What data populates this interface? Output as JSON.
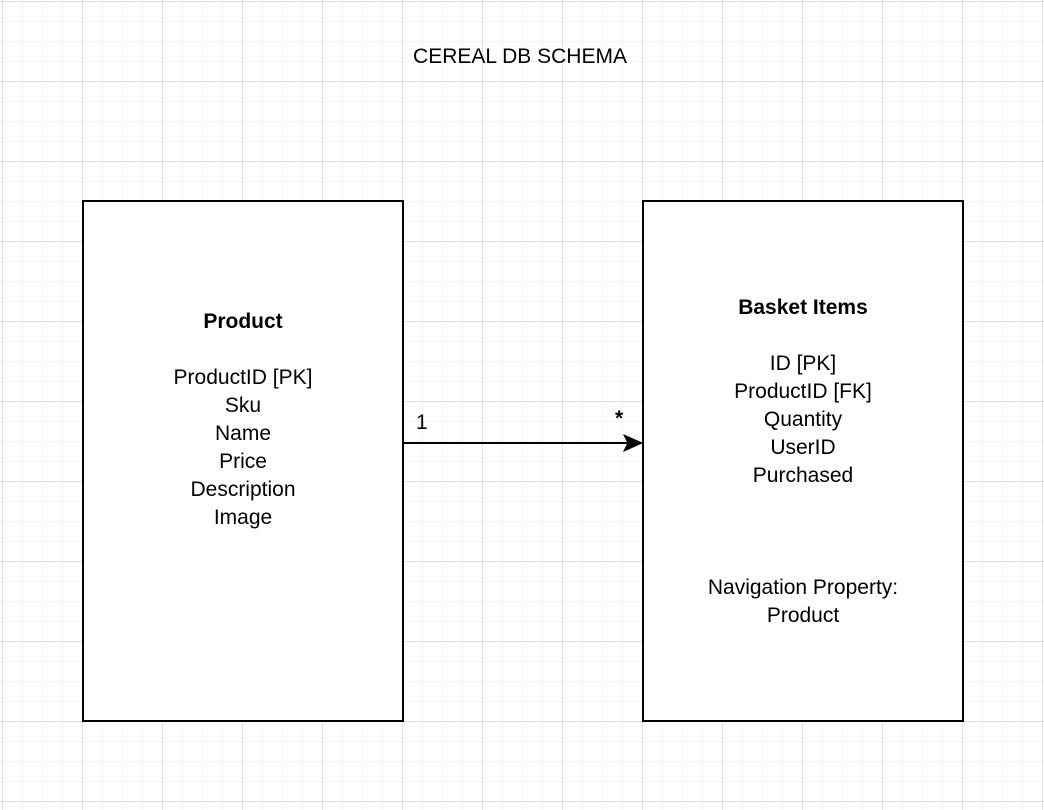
{
  "diagram": {
    "title": "CEREAL DB SCHEMA",
    "entities": [
      {
        "name": "Product",
        "attributes": [
          "ProductID [PK]",
          "Sku",
          "Name",
          "Price",
          "Description",
          "Image"
        ]
      },
      {
        "name": "Basket Items",
        "attributes": [
          "ID [PK]",
          "ProductID [FK]",
          "Quantity",
          "UserID",
          "Purchased"
        ],
        "navigation_label": "Navigation Property:",
        "navigation_value": "Product"
      }
    ],
    "relationship": {
      "from": "Product",
      "to": "Basket Items",
      "from_multiplicity": "1",
      "to_multiplicity": "*"
    }
  },
  "colors": {
    "stroke": "#000000",
    "background": "#ffffff",
    "grid": "#e6e6e6"
  }
}
